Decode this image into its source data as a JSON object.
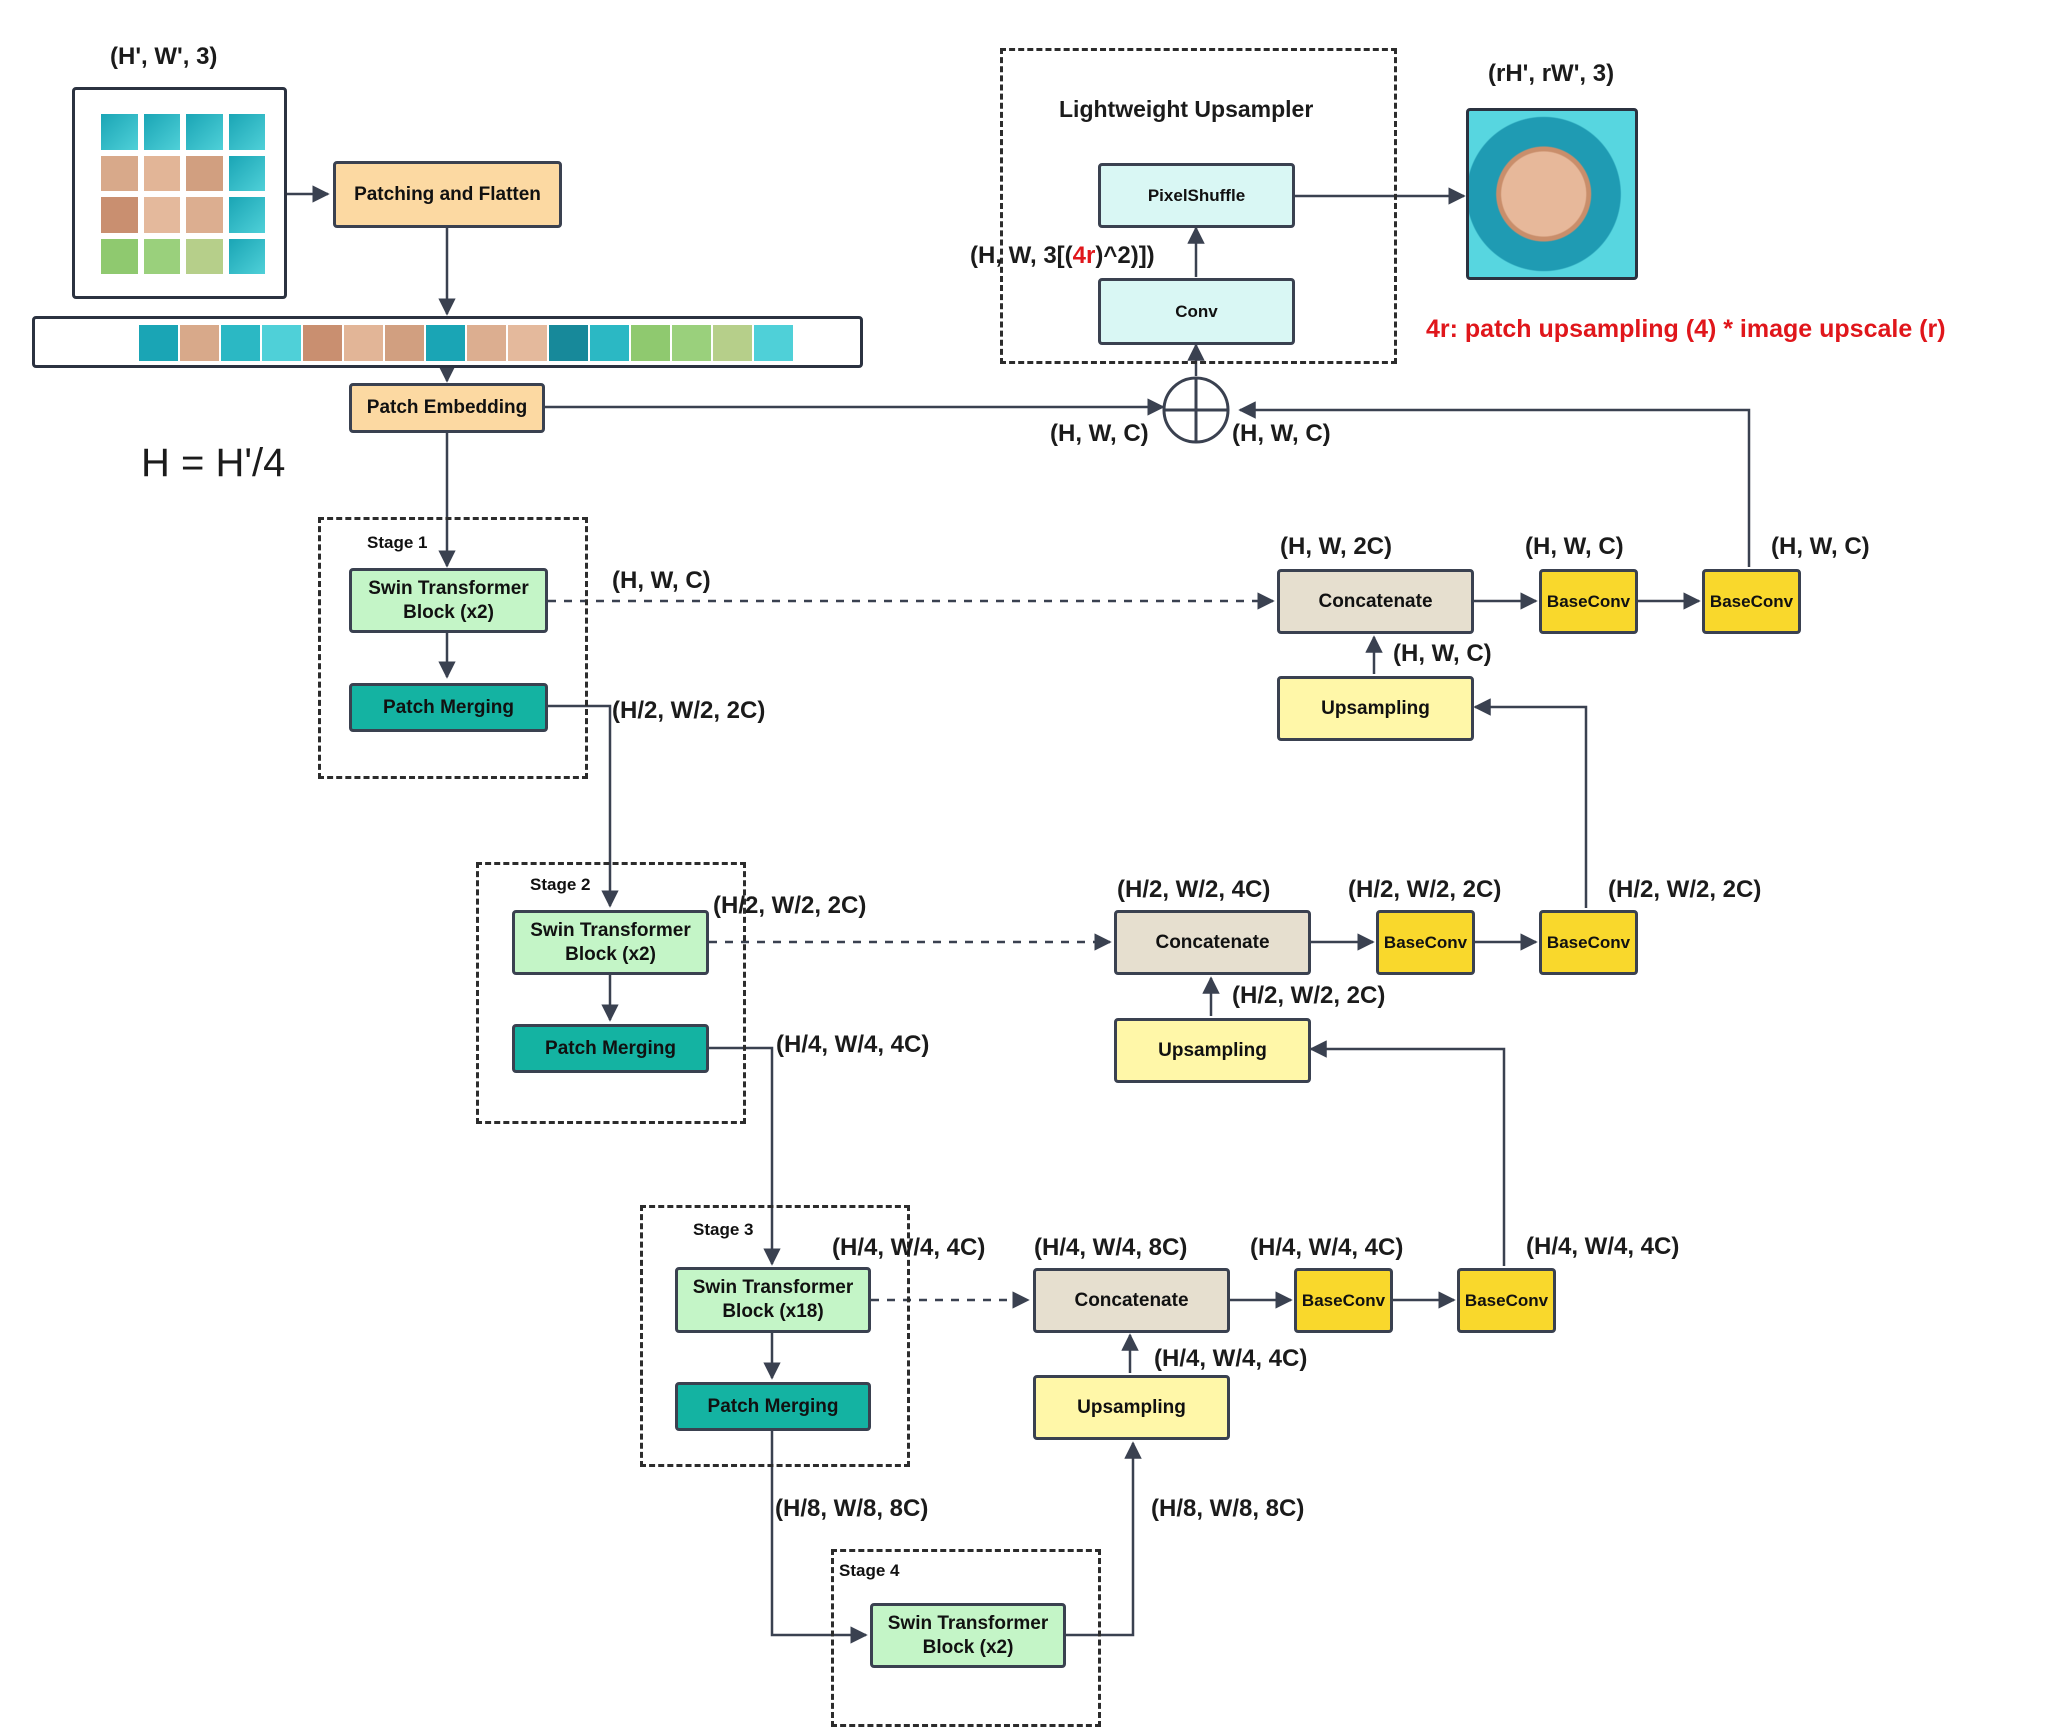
{
  "input_shape": "(H', W', 3)",
  "output_shape": "(rH', rW', 3)",
  "equation": "H = H'/4",
  "note": "4r: patch upsampling (4) * image upscale (r)",
  "colors": {
    "orange": "#fcd9a2",
    "light_green": "#c4f5c7",
    "teal": "#14b3a2",
    "cream": "#e6dfcf",
    "light_yellow": "#fff7a8",
    "gold": "#f9d82c",
    "cyan": "#d9f7f4",
    "note_red": "#e0161b"
  },
  "upsampler": {
    "title": "Lightweight Upsampler",
    "pixelshuffle": "PixelShuffle",
    "conv": "Conv",
    "conv_shape_prefix": "(H, W, 3[(",
    "conv_shape_red": "4r",
    "conv_shape_suffix": ")^2)])"
  },
  "nodes": {
    "patching": "Patching and Flatten",
    "embedding": "Patch Embedding",
    "stage1_label": "Stage 1",
    "stage2_label": "Stage 2",
    "stage3_label": "Stage 3",
    "stage4_label": "Stage 4",
    "swin_x2": "Swin Transformer Block (x2)",
    "swin_x18": "Swin Transformer Block (x18)",
    "merging": "Patch Merging",
    "concatenate": "Concatenate",
    "baseconv": "BaseConv",
    "upsampling": "Upsampling"
  },
  "shapes": {
    "hwc": "(H, W, C)",
    "hw2c": "(H, W, 2C)",
    "h2w2_2c": "(H/2, W/2, 2C)",
    "h2w2_4c": "(H/2, W/2, 4C)",
    "h4w4_4c": "(H/4, W/4, 4C)",
    "h4w4_8c": "(H/4, W/4, 8C)",
    "h8w8_8c": "(H/8, W/8, 8C)"
  }
}
